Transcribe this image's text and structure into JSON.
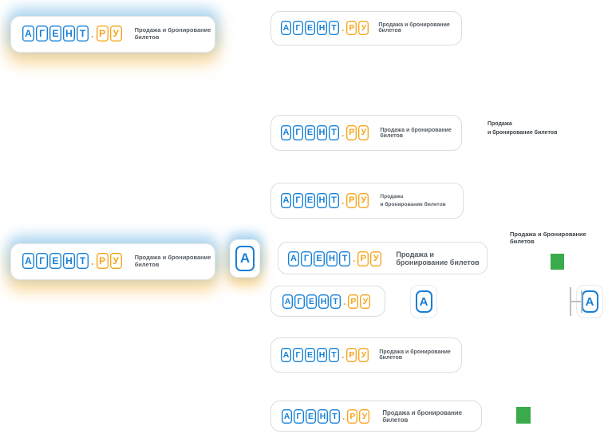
{
  "brand": {
    "name": "АГЕНТ.РУ",
    "letters_blue": [
      "А",
      "Г",
      "Е",
      "Н",
      "Т"
    ],
    "separator": ".",
    "letters_orange": [
      "Р",
      "У"
    ],
    "icon_letter": "А",
    "colors": {
      "blue": "#1a7fd4",
      "blue_light": "#63b2ea",
      "orange": "#f6a41c",
      "orange_light": "#fbcb72",
      "tagline_gray": "#555c63",
      "green_swatch": "#3aab4b",
      "card_border": "#d9dde1"
    }
  },
  "tagline": {
    "one_line": "Продажа и бронирование билетов",
    "two_line": "Продажа\nи бронирование билетов"
  },
  "variants": [
    {
      "id": "hero-top-left",
      "tagline_mode": "one_line"
    },
    {
      "id": "hero-bottom-left",
      "tagline_mode": "one_line"
    },
    {
      "id": "card-row-1",
      "tagline_mode": "one_line"
    },
    {
      "id": "card-row-2",
      "tagline_mode": "one_line"
    },
    {
      "id": "card-row-3",
      "tagline_mode": "two_line"
    },
    {
      "id": "card-row-4",
      "tagline_mode": "one_line"
    },
    {
      "id": "card-row-5",
      "tagline_mode": "none"
    },
    {
      "id": "card-row-6",
      "tagline_mode": "one_line"
    },
    {
      "id": "card-row-7",
      "tagline_mode": "one_line"
    }
  ],
  "side_notes": {
    "note_two_line": "Продажа\nи бронирование билетов",
    "note_one_line": "Продажа и бронирование билетов"
  }
}
